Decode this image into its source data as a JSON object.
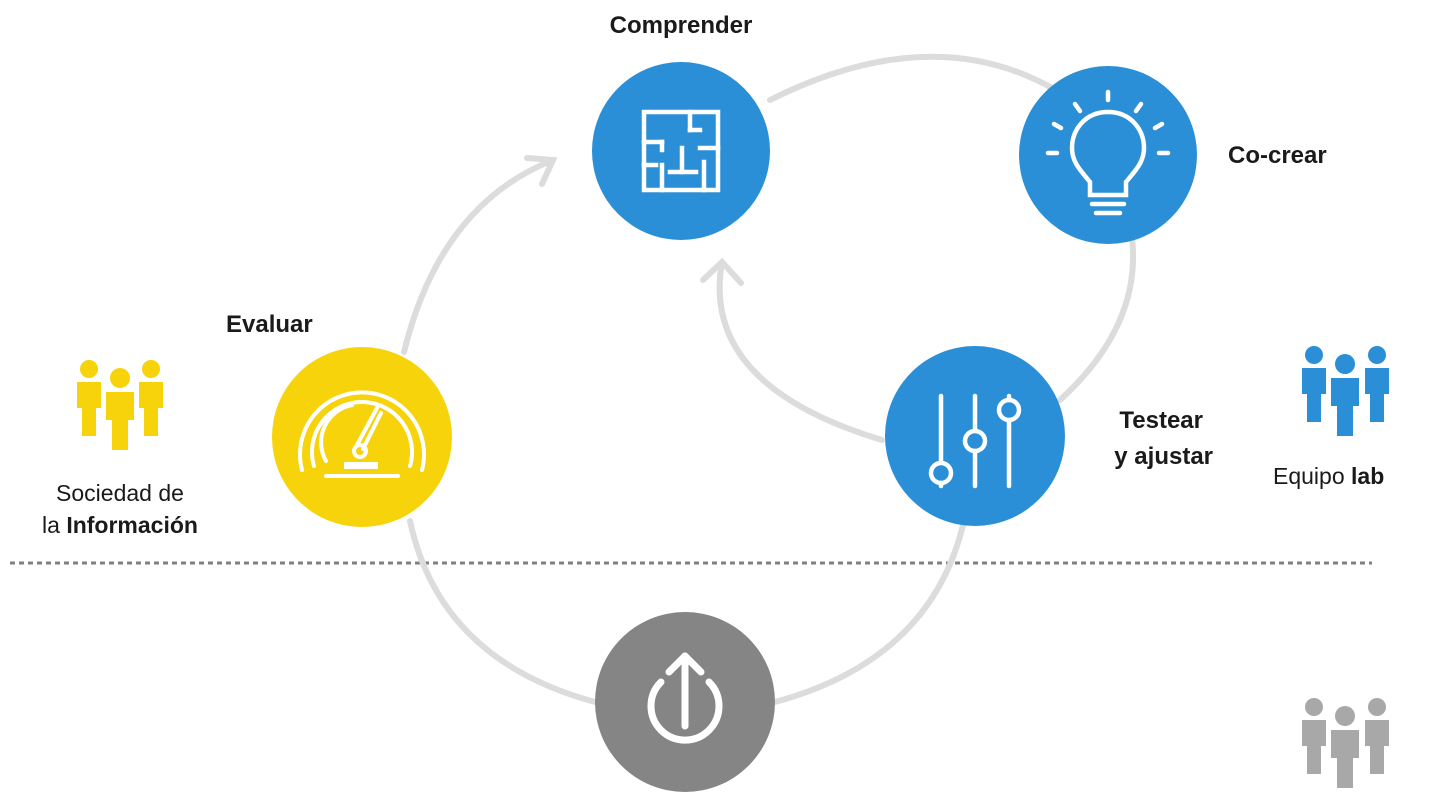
{
  "steps": [
    {
      "id": "comprender",
      "label": "Comprender",
      "icon": "floorplan-icon",
      "color": "#2a8fd6"
    },
    {
      "id": "cocrear",
      "label": "Co-crear",
      "icon": "lightbulb-icon",
      "color": "#2a8fd6"
    },
    {
      "id": "testear",
      "label_line1": "Testear",
      "label_line2": "y ajustar",
      "icon": "sliders-icon",
      "color": "#2a8fd6"
    },
    {
      "id": "evaluar",
      "label": "Evaluar",
      "icon": "speedometer-icon",
      "color": "#f6d30b"
    },
    {
      "id": "inicio",
      "label": "",
      "icon": "power-icon",
      "color": "#858585"
    }
  ],
  "groups": {
    "sociedad": {
      "line1": "Sociedad de",
      "line2_prefix": "la ",
      "line2_bold": "Información",
      "color": "#f6d30b",
      "icon": "people-icon"
    },
    "equipo": {
      "prefix": "Equipo ",
      "bold": "lab",
      "color": "#2a8fd6",
      "icon": "people-icon"
    },
    "bottom": {
      "color": "#a8a8a8",
      "icon": "people-icon"
    }
  },
  "colors": {
    "ring": "#dcdcdc",
    "divider": "#808080"
  }
}
